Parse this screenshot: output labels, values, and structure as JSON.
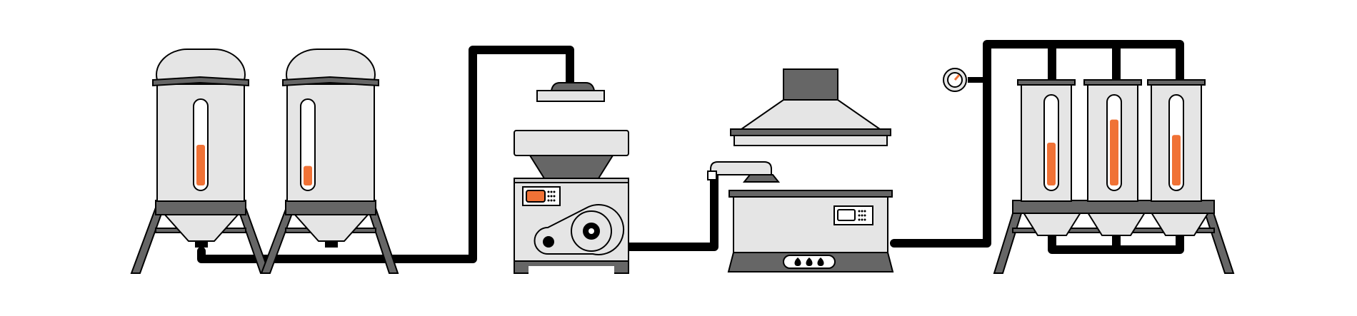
{
  "diagram": {
    "type": "production-line-illustration",
    "colors": {
      "background": "#ffffff",
      "outline": "#000000",
      "body": "#e5e5e5",
      "dark": "#666666",
      "accent": "#f07236",
      "panel": "#cccccc"
    },
    "units": [
      {
        "id": "storage-silo-1",
        "icon": "silo",
        "fill_level": 0.5
      },
      {
        "id": "storage-silo-2",
        "icon": "silo",
        "fill_level": 0.24
      },
      {
        "id": "hopper-press-machine",
        "icon": "press-machine"
      },
      {
        "id": "oven-with-hood",
        "icon": "oven"
      },
      {
        "id": "pressure-gauge",
        "icon": "gauge"
      },
      {
        "id": "small-tank-1",
        "icon": "tank",
        "fill_level": 0.5
      },
      {
        "id": "small-tank-2",
        "icon": "tank",
        "fill_level": 0.77
      },
      {
        "id": "small-tank-3",
        "icon": "tank",
        "fill_level": 0.59
      }
    ]
  }
}
